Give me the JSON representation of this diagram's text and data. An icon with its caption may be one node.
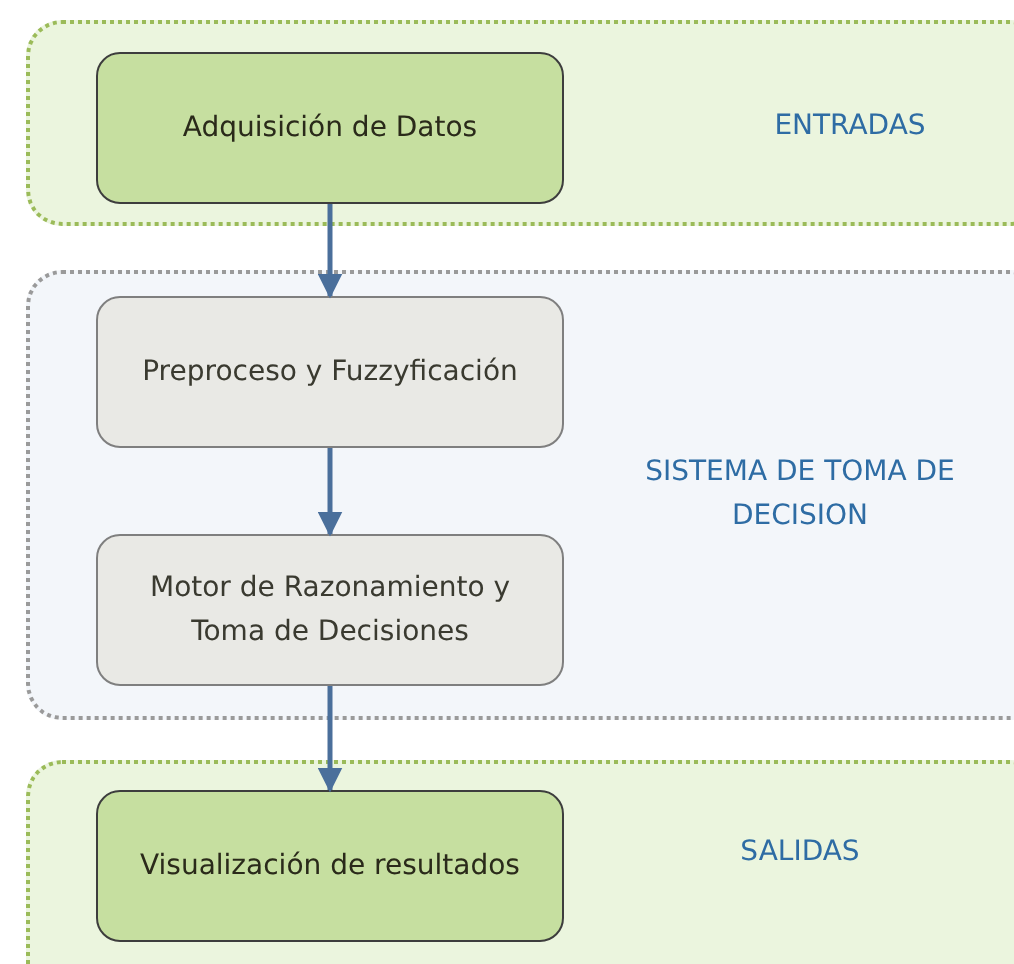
{
  "diagram": {
    "nodes": [
      {
        "text": [
          "ENTRADAS"
        ]
      },
      {
        "text": [
          "Adquisición de Datos"
        ],
        "in": 0
      },
      {
        "text": [
          "SISTEMA DE TOMA DE DECISION"
        ]
      },
      {
        "text": [
          "Preproceso y Fuzzyficación"
        ],
        "in": 2
      },
      {
        "text": [
          "Motor de Razonamiento y Toma de Decisiones"
        ],
        "in": 2
      },
      {
        "text": [
          "SALIDAS"
        ]
      },
      {
        "text": [
          "Visualización de resultados"
        ],
        "in": 5
      }
    ],
    "edges": [
      {
        "from": 1,
        "to": 3,
        "arrow": "to"
      },
      {
        "from": 3,
        "to": 4,
        "arrow": "to"
      },
      {
        "from": 4,
        "to": 6,
        "arrow": "to"
      }
    ]
  }
}
